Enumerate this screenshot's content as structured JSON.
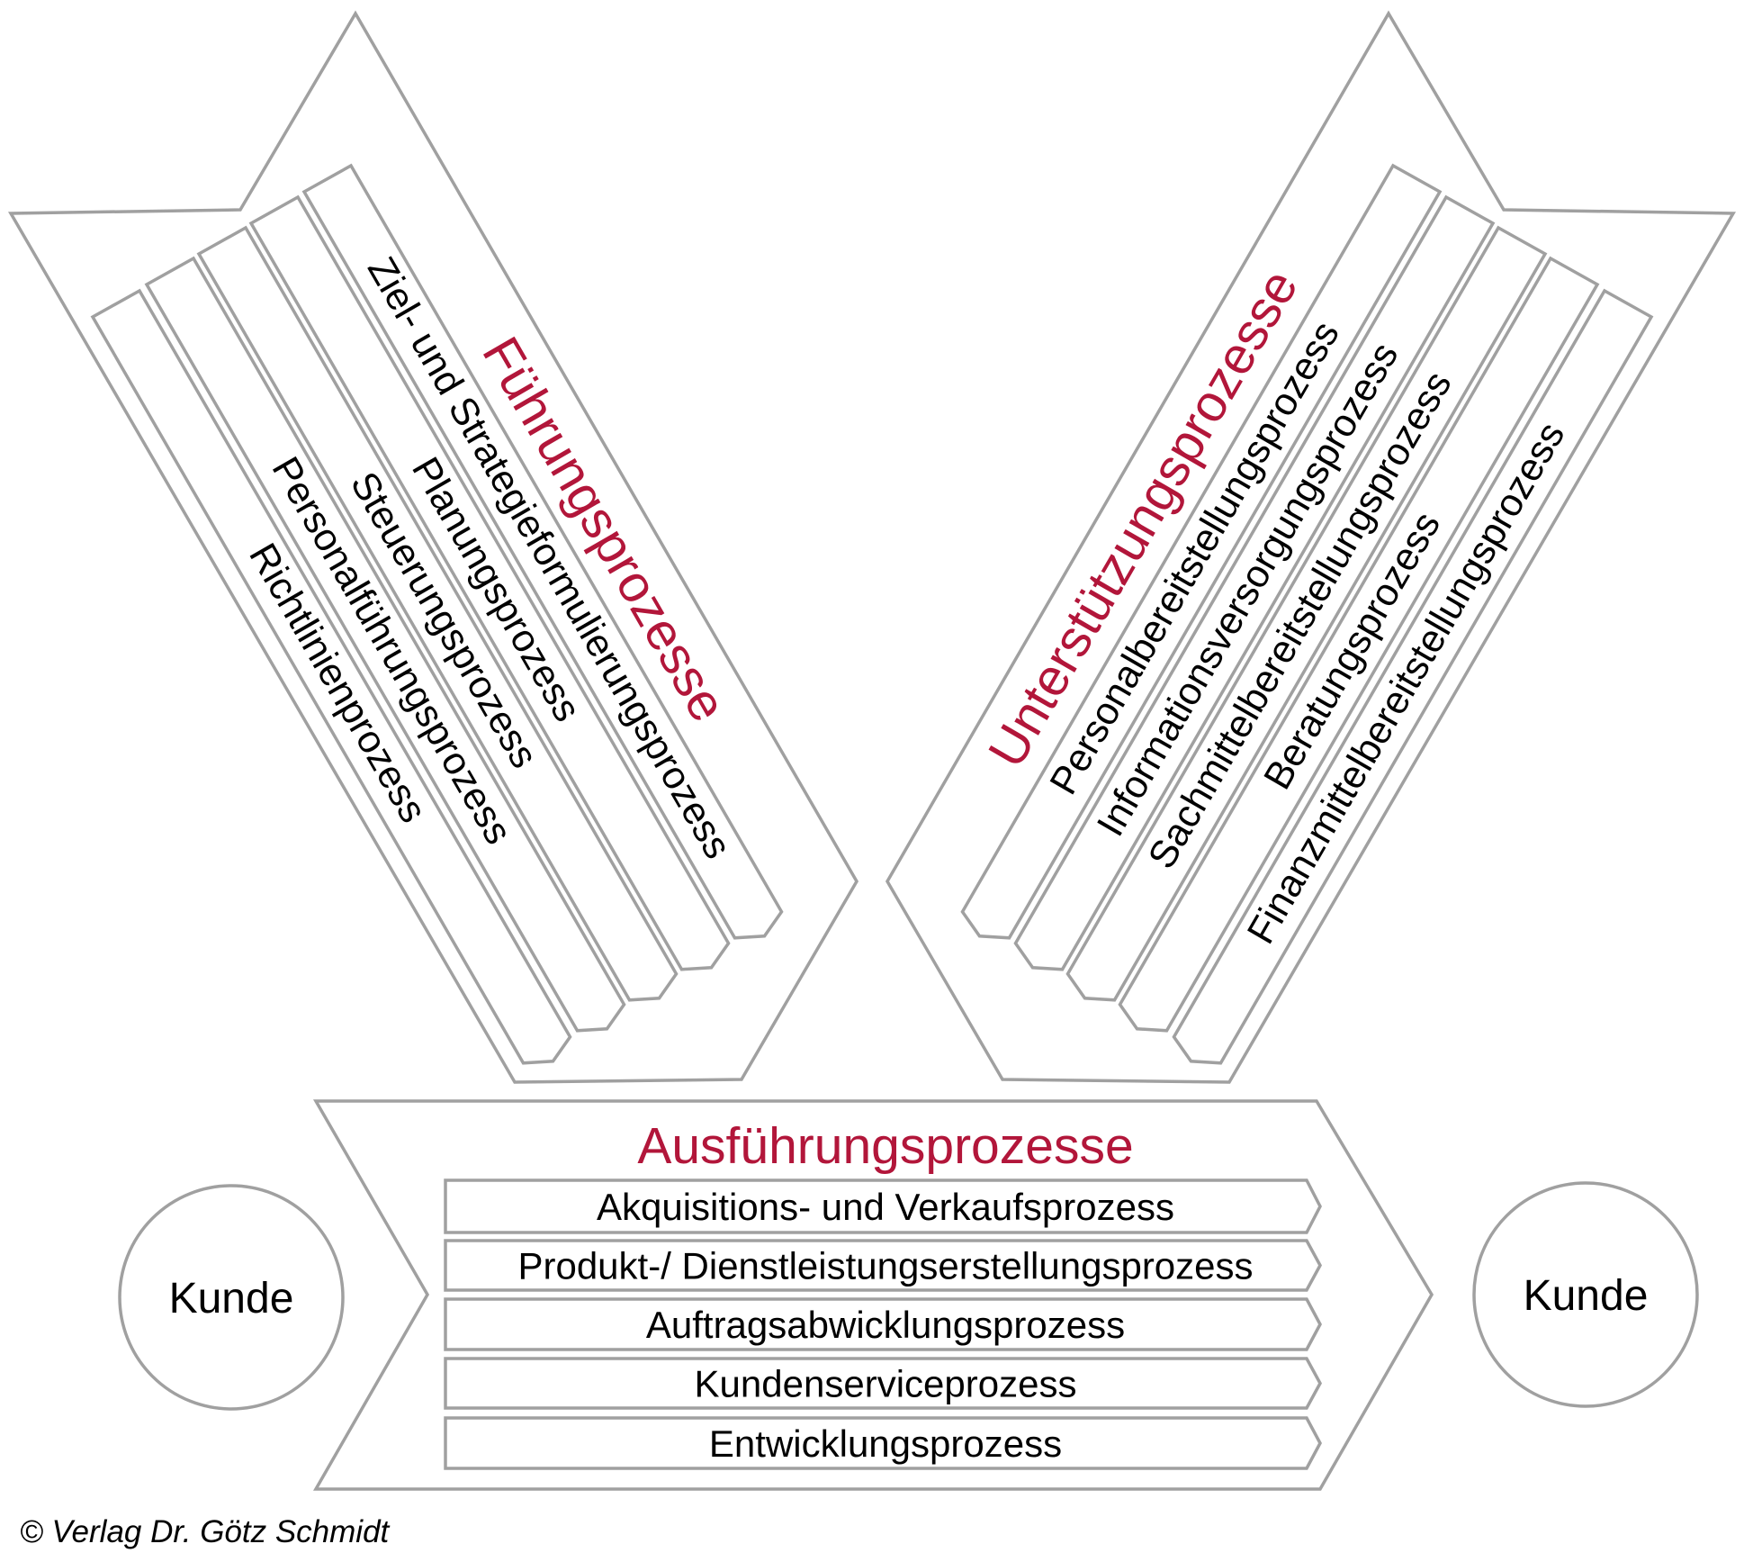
{
  "colors": {
    "accent_red": "#b2163a",
    "outline_gray": "#a0a0a0",
    "text": "#000000",
    "background": "#ffffff"
  },
  "fuehrung": {
    "title": "Führungsprozesse",
    "processes": [
      "Ziel- und Strategieformulierungsprozess",
      "Planungsprozess",
      "Steuerungsprozess",
      "Personalführungsprozess",
      "Richtlinienprozess"
    ]
  },
  "unterstuetzung": {
    "title": "Unterstützungsprozesse",
    "processes": [
      "Personalbereitstellungsprozess",
      "Informationsversorgungsprozess",
      "Sachmittelbereitstellungsprozess",
      "Beratungsprozess",
      "Finanzmittelbereitstellungsprozess"
    ]
  },
  "ausfuehrung": {
    "title": "Ausführungsprozesse",
    "processes": [
      "Akquisitions- und Verkaufsprozess",
      "Produkt-/ Dienstleistungserstellungsprozess",
      "Auftragsabwicklungsprozess",
      "Kundenserviceprozess",
      "Entwicklungsprozess"
    ]
  },
  "customer_left": "Kunde",
  "customer_right": "Kunde",
  "copyright": "© Verlag Dr. Götz Schmidt"
}
